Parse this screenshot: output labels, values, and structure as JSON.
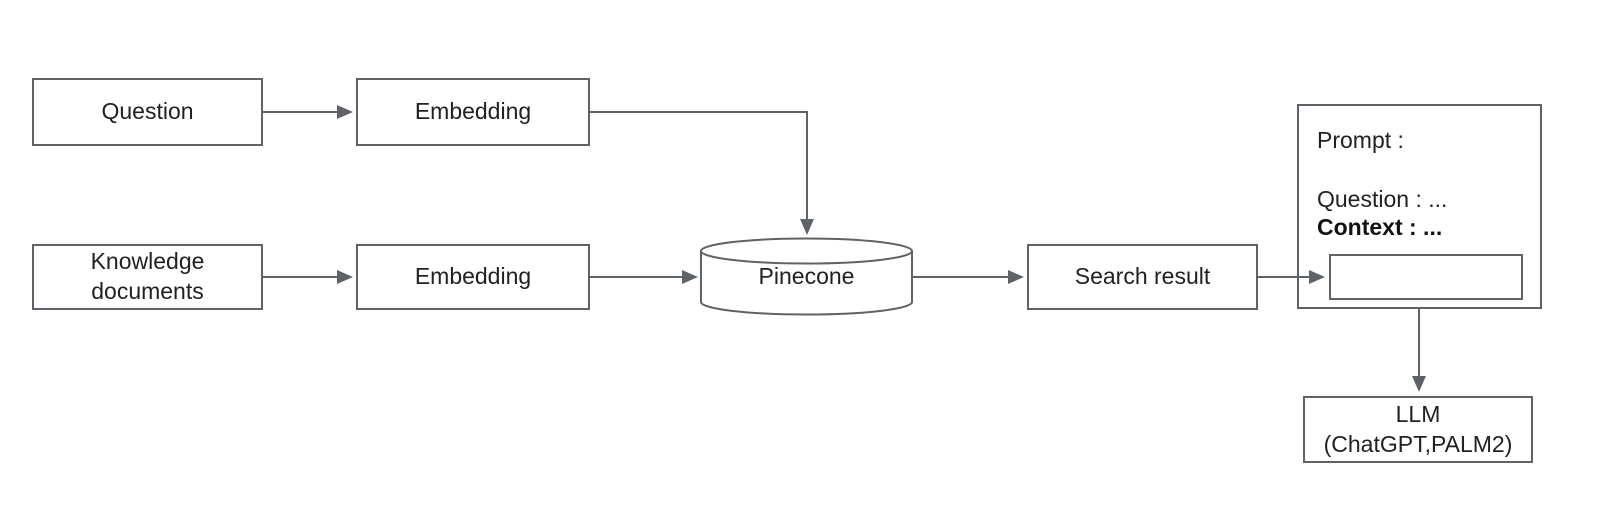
{
  "colors": {
    "background": "#ffffff",
    "stroke": "#5f6368",
    "text": "#202124"
  },
  "nodes": {
    "question": {
      "label": "Question"
    },
    "embedding_top": {
      "label": "Embedding"
    },
    "knowledge_documents": {
      "label": "Knowledge documents"
    },
    "embedding_bottom": {
      "label": "Embedding"
    },
    "pinecone": {
      "label": "Pinecone"
    },
    "search_result": {
      "label": "Search result"
    },
    "prompt": {
      "title": "Prompt :",
      "question_line": "Question : ...",
      "context_line": "Context : ..."
    },
    "llm": {
      "line1": "LLM",
      "line2": "(ChatGPT,PALM2)"
    }
  }
}
